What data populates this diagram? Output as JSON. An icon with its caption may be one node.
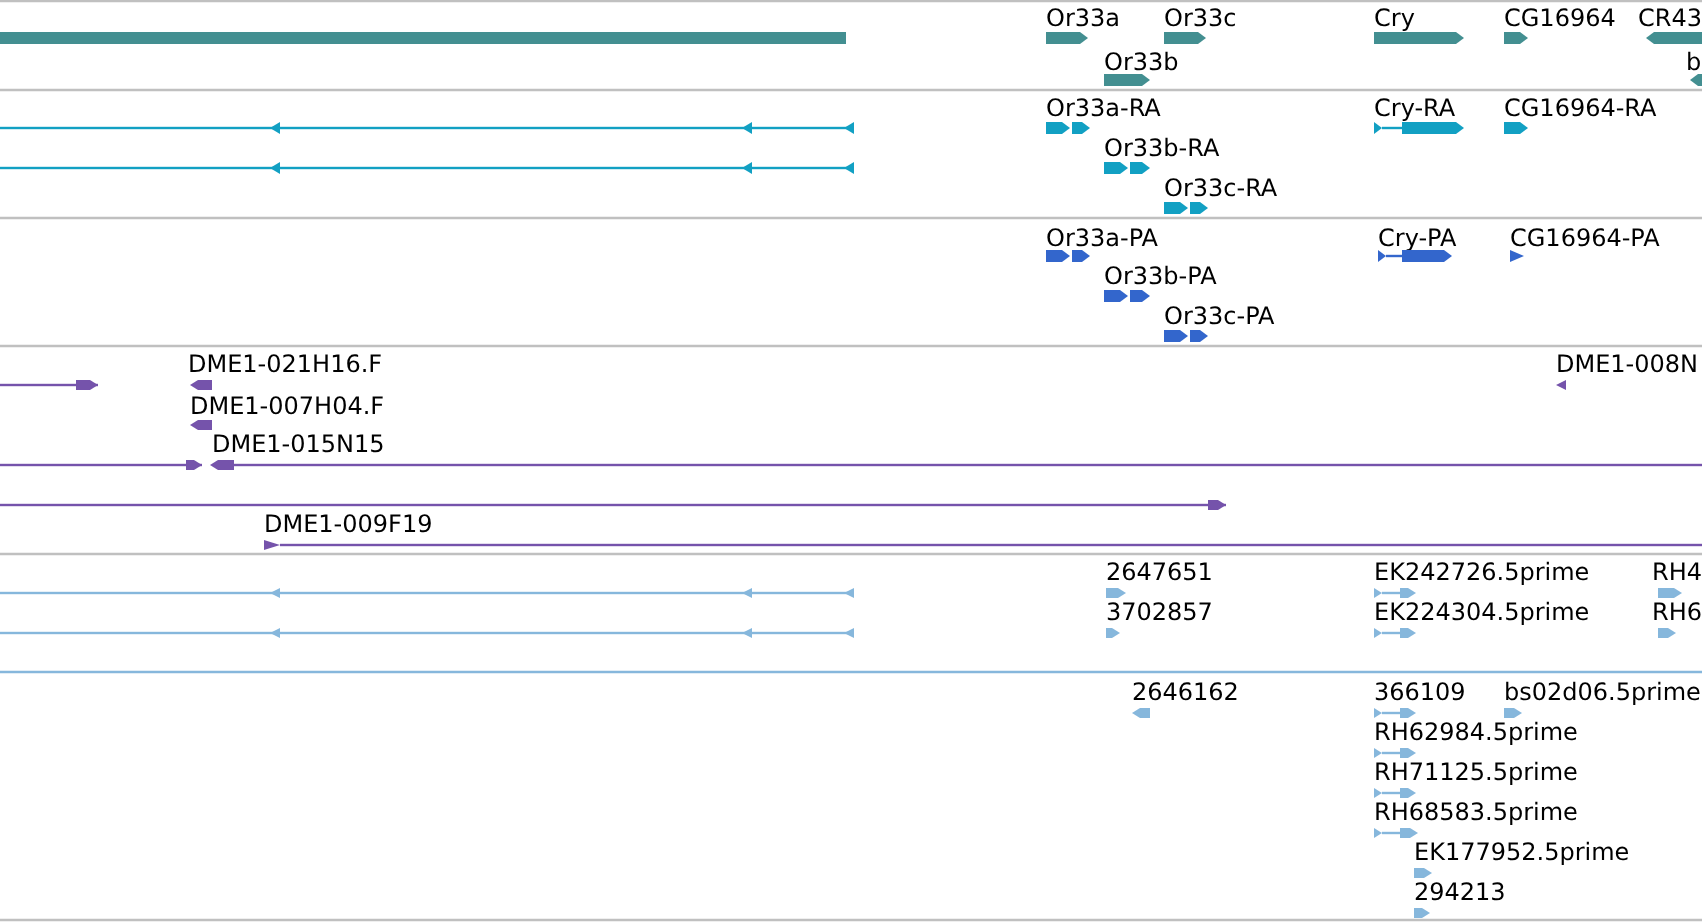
{
  "diagram": {
    "nodes": [
      {
        "text": [],
        "shape": "bar"
      },
      {
        "text": [
          "Or33a"
        ]
      },
      {
        "text": [
          "Or33c"
        ]
      },
      {
        "text": [
          "Cry"
        ]
      },
      {
        "text": [
          "CG16964"
        ]
      },
      {
        "text": [
          "CR43"
        ]
      },
      {
        "text": [
          "Or33b"
        ]
      },
      {
        "text": [
          "b"
        ]
      },
      {
        "text": [],
        "shape": "line"
      },
      {
        "text": [
          "Or33a-RA"
        ]
      },
      {
        "text": [
          "Cry-RA"
        ]
      },
      {
        "text": [
          "CG16964-RA"
        ]
      },
      {
        "text": [],
        "shape": "line"
      },
      {
        "text": [
          "Or33b-RA"
        ]
      },
      {
        "text": [
          "Or33c-RA"
        ]
      },
      {
        "text": [
          "Or33a-PA"
        ]
      },
      {
        "text": [
          "Cry-PA"
        ]
      },
      {
        "text": [
          "CG16964-PA"
        ]
      },
      {
        "text": [
          "Or33b-PA"
        ]
      },
      {
        "text": [
          "Or33c-PA"
        ]
      },
      {
        "text": [],
        "shape": "arrow"
      },
      {
        "text": [
          "DME1-021H16.F"
        ]
      },
      {
        "text": [
          "DME1-008N"
        ]
      },
      {
        "text": [
          "DME1-007H04.F"
        ]
      },
      {
        "text": [],
        "shape": "arrow"
      },
      {
        "text": [
          "DME1-015N15"
        ]
      },
      {
        "text": [],
        "shape": "arrow"
      },
      {
        "text": [
          "DME1-009F19"
        ]
      },
      {
        "text": [],
        "shape": "line"
      },
      {
        "text": [
          "2647651"
        ]
      },
      {
        "text": [
          "EK242726.5prime"
        ]
      },
      {
        "text": [
          "RH4"
        ]
      },
      {
        "text": [],
        "shape": "line"
      },
      {
        "text": [
          "3702857"
        ]
      },
      {
        "text": [
          "EK224304.5prime"
        ]
      },
      {
        "text": [
          "RH6"
        ]
      },
      {
        "text": [
          "2646162"
        ]
      },
      {
        "text": [
          "366109"
        ]
      },
      {
        "text": [
          "bs02d06.5prime"
        ]
      },
      {
        "text": [
          "RH62984.5prime"
        ]
      },
      {
        "text": [
          "RH71125.5prime"
        ]
      },
      {
        "text": [
          "RH68583.5prime"
        ]
      },
      {
        "text": [
          "EK177952.5prime"
        ]
      },
      {
        "text": [
          "294213"
        ]
      }
    ]
  }
}
